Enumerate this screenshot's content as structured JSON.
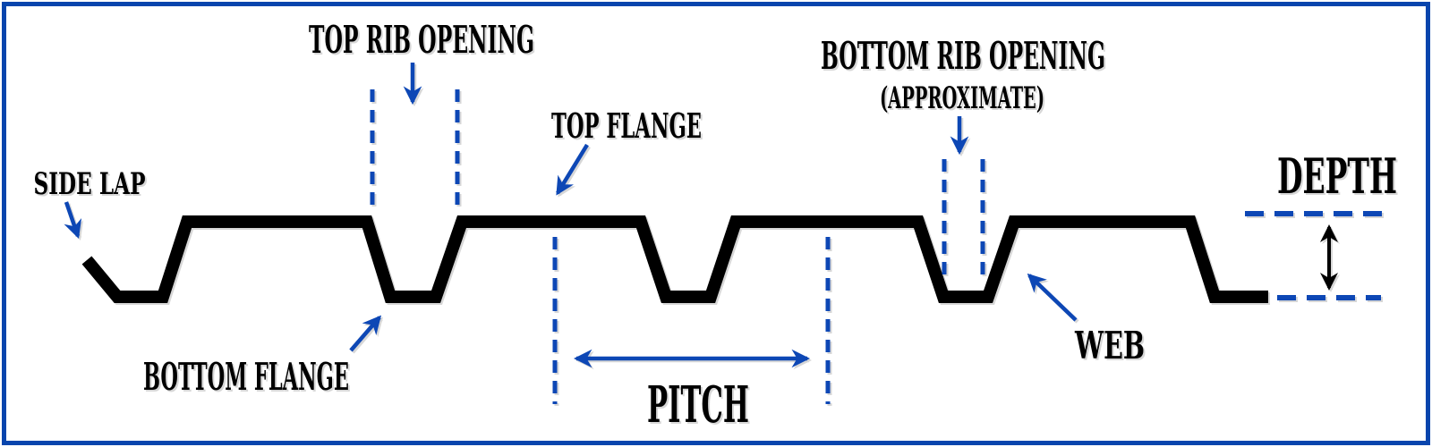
{
  "title": "Metal roof deck profile terminology diagram",
  "colors": {
    "frame_blue": "#0845ad",
    "annotation_blue": "#0d47b5",
    "ink_black": "#000000",
    "background": "#ffffff"
  },
  "labels": {
    "side_lap": "SIDE LAP",
    "top_rib_opening": "TOP RIB OPENING",
    "top_flange": "TOP FLANGE",
    "bottom_rib_opening": "BOTTOM RIB OPENING",
    "bottom_rib_opening_note": "(APPROXIMATE)",
    "depth": "DEPTH",
    "bottom_flange": "BOTTOM FLANGE",
    "pitch": "PITCH",
    "web": "WEB"
  }
}
